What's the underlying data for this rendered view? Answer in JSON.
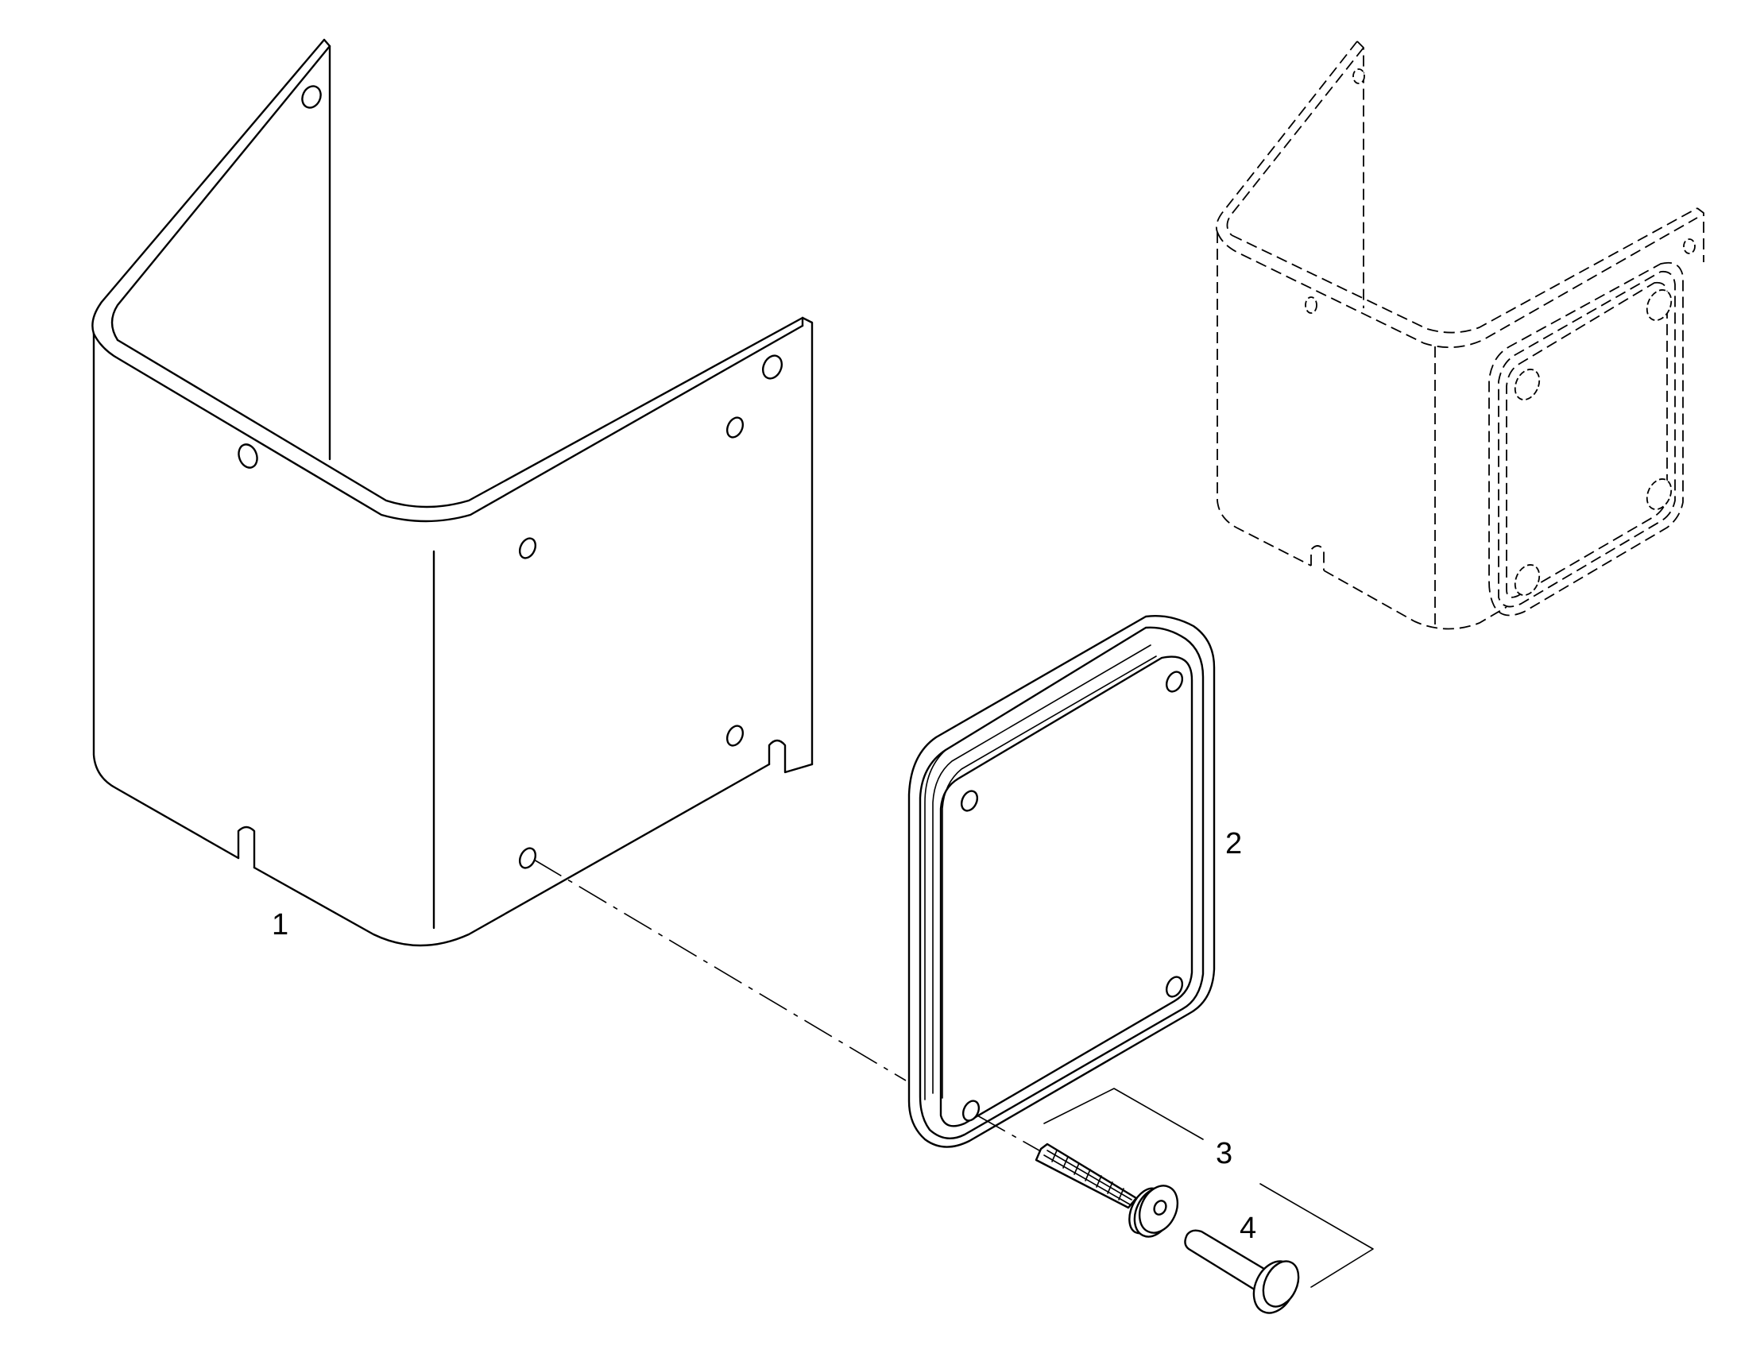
{
  "callouts": {
    "part1": "1",
    "part2": "2",
    "part3": "3",
    "part4": "4"
  },
  "style": {
    "line_color": "#000000",
    "background": "#ffffff"
  }
}
